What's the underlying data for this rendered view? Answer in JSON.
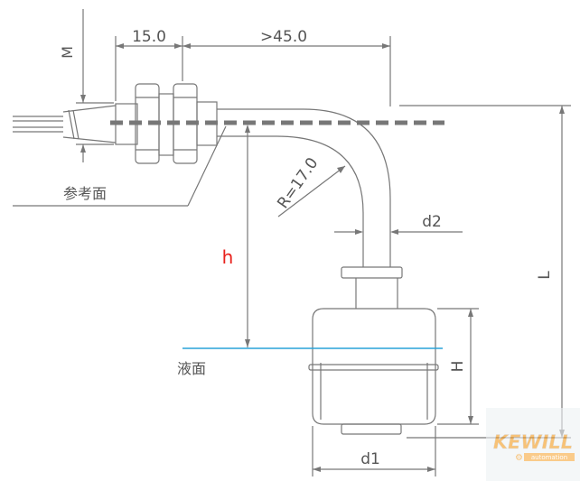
{
  "dimensions": {
    "m": "M",
    "length_15": "15.0",
    "length_45": ">45.0",
    "radius": "R=17.0",
    "d2": "d2",
    "h_small": "h",
    "l": "L",
    "h_float": "H",
    "d1": "d1"
  },
  "labels": {
    "reference_plane": "参考面",
    "liquid_surface": "液面"
  },
  "logo": {
    "brand": "KEWILL",
    "sub": "automation"
  },
  "colors": {
    "line": "#777777",
    "dashed_axis": "#777777",
    "h_label": "#e8211c",
    "liquid_line": "#2aa4d8",
    "logo_brand": "#f39a1e",
    "logo_sub_bg": "#f7a93d"
  }
}
